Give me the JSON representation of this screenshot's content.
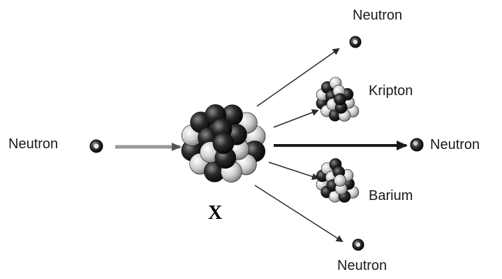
{
  "labels": {
    "incoming_neutron": "Neutron",
    "top_neutron": "Neutron",
    "kripton": "Kripton",
    "right_neutron": "Neutron",
    "barium": "Barium",
    "bottom_neutron": "Neutron",
    "nucleus": "X"
  },
  "colors": {
    "dark_nucleon": "#1c1c1c",
    "light_nucleon": "#cfcfcf",
    "arrow": "#2a2a2a",
    "incoming_arrow": "#9a9a9a"
  }
}
